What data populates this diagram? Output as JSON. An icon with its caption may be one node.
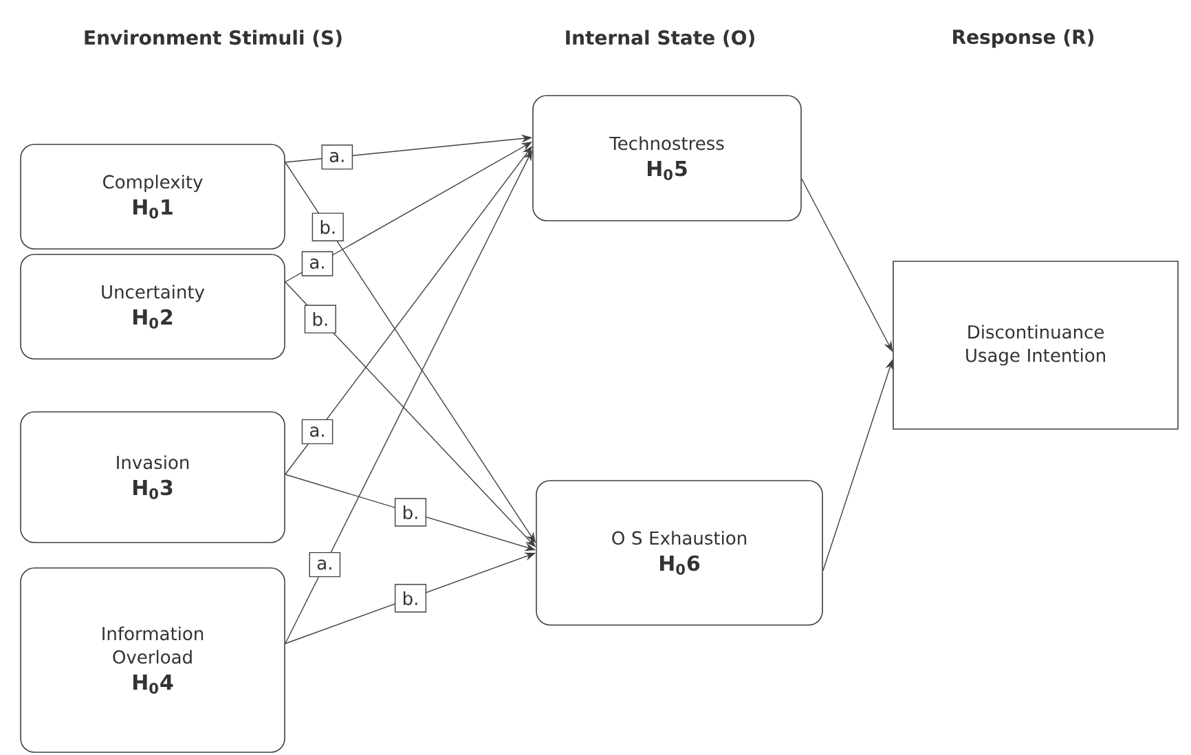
{
  "diagram": {
    "nodes": [
      {
        "text": [
          "Complexity",
          "H$_{0}$1"
        ]
      },
      {
        "text": [
          "Uncertainty",
          "H$_{0}$2"
        ]
      },
      {
        "text": [
          "Invasion",
          "H$_{0}$3"
        ]
      },
      {
        "text": [
          "Information Overload",
          "H$_{0}$4"
        ]
      },
      {
        "text": [
          "Technostress",
          "H$_{0}$5"
        ]
      },
      {
        "text": [
          "O S Exhaustion",
          "H$_{0}$6"
        ]
      },
      {
        "text": [
          "Discontinuance Usage Intention"
        ]
      }
    ],
    "edges": [
      {
        "from": 0,
        "to": 4,
        "arrow": "to",
        "label": "a."
      },
      {
        "from": 0,
        "to": 5,
        "arrow": "to",
        "label": "b."
      },
      {
        "from": 1,
        "to": 4,
        "arrow": "to",
        "label": "a."
      },
      {
        "from": 1,
        "to": 5,
        "arrow": "to",
        "label": "b."
      },
      {
        "from": 2,
        "to": 4,
        "arrow": "to",
        "label": "a."
      },
      {
        "from": 2,
        "to": 5,
        "arrow": "to",
        "label": "b."
      },
      {
        "from": 3,
        "to": 4,
        "arrow": "to",
        "label": "a."
      },
      {
        "from": 3,
        "to": 5,
        "arrow": "to",
        "label": "b."
      },
      {
        "from": 4,
        "to": 6,
        "arrow": "to"
      },
      {
        "from": 5,
        "to": 6,
        "arrow": "to"
      }
    ],
    "labels": [
      "Environment Stimuli (S)",
      "Internal State (O)",
      "Response (R)"
    ]
  }
}
